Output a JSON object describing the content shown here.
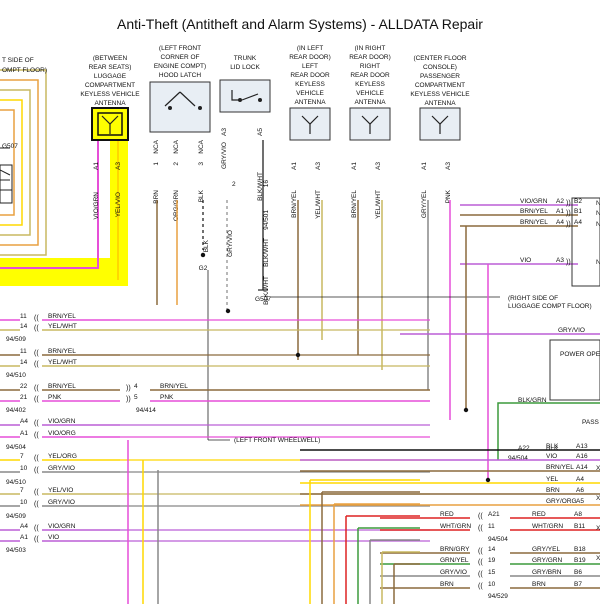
{
  "title": "Anti-Theft (Antitheft and Alarm Systems) - ALLDATA Repair",
  "colors": {
    "yellow": "#ffd800",
    "yellow_hl": "#ffff00",
    "pink": "#e64fd8",
    "violet": "#bb5fd6",
    "brown": "#8b6a3d",
    "orange": "#e8a040",
    "olive": "#c8b860",
    "green": "#3c9a3c",
    "red": "#dd2222",
    "gray": "#888888",
    "black": "#111111"
  },
  "components": {
    "left_partial": [
      "T SIDE OF",
      "OMPT FLOOR)"
    ],
    "luggage_antenna": [
      "(BETWEEN",
      "REAR SEATS)",
      "LUGGAGE",
      "COMPARTMENT",
      "KEYLESS VEHICLE",
      "ANTENNA"
    ],
    "hood_latch": [
      "(LEFT FRONT",
      "CORNER OF",
      "ENGINE COMPT)",
      "HOOD LATCH"
    ],
    "trunk_lock": [
      "TRUNK",
      "LID LOCK"
    ],
    "left_rear_door": [
      "(IN LEFT",
      "REAR DOOR)",
      "LEFT",
      "REAR DOOR",
      "KEYLESS",
      "VEHICLE",
      "ANTENNA"
    ],
    "right_rear_door": [
      "(IN RIGHT",
      "REAR DOOR)",
      "RIGHT",
      "REAR DOOR",
      "KEYLESS",
      "VEHICLE",
      "ANTENNA"
    ],
    "floor_console": [
      "(CENTER FLOOR",
      "CONSOLE)",
      "PASSENGER",
      "COMPARTMENT",
      "KEYLESS VEHICLE",
      "ANTENNA"
    ]
  },
  "pin_labels": {
    "luggage": [
      {
        "pin": "A1",
        "wire": "VIO/GRN"
      },
      {
        "pin": "A3",
        "wire": "YEL/VIO"
      }
    ],
    "hood": [
      {
        "pin": "1",
        "code": "NCA",
        "wire": "BRN"
      },
      {
        "pin": "2",
        "code": "NCA",
        "wire": "ORG/GRN"
      },
      {
        "pin": "3",
        "code": "NCA",
        "wire": "BLK"
      }
    ],
    "trunk": [
      {
        "pin": "A3",
        "wire": "GRY/VIO"
      },
      {
        "pin": "A5",
        "wire": "BLK/WHT"
      }
    ],
    "lrdoor": [
      {
        "pin": "A1",
        "wire": "BRN/YEL"
      },
      {
        "pin": "A3",
        "wire": "YEL/WHT"
      }
    ],
    "rrdoor": [
      {
        "pin": "A1",
        "wire": "BRN/YEL"
      },
      {
        "pin": "A3",
        "wire": "YEL/WHT"
      }
    ],
    "console": [
      {
        "pin": "A1",
        "wire": "GRY/YEL"
      },
      {
        "pin": "A3",
        "wire": "PNK"
      }
    ]
  },
  "left_inline_labels": [
    "G507"
  ],
  "grounds": {
    "g2": "G2",
    "g507": "G507"
  },
  "mid_wires": {
    "blk": "BLK",
    "gryvio": "GRY/VIO",
    "blkwht": "BLK/WHT",
    "blkwht2": "BLK/WHT",
    "blkwht3": "BLK/WHT",
    "c2": "2",
    "c16": "16",
    "conn1": "94/501"
  },
  "callouts": {
    "right_side": [
      "(RIGHT SIDE OF",
      "LUGGAGE COMPT FLOOR)"
    ],
    "left_wheelwell": "(LEFT FRONT WHEELWELL)",
    "power": "POWER OPE",
    "pass": "PASS"
  },
  "left_rows": [
    {
      "pin": "11",
      "wire": "BRN/YEL"
    },
    {
      "pin": "14",
      "wire": "YEL/WHT"
    },
    {
      "conn": "94/509"
    },
    {
      "pin": "11",
      "wire": "BRN/YEL"
    },
    {
      "pin": "14",
      "wire": "YEL/WHT"
    },
    {
      "conn": "94/510"
    },
    {
      "pin": "22",
      "wire": "BRN/YEL",
      "pin2": "4",
      "wire2": "BRN/YEL"
    },
    {
      "pin": "21",
      "wire": "PNK",
      "pin2": "5",
      "wire2": "PNK"
    },
    {
      "conn": "94/402",
      "conn2": "94/414"
    },
    {
      "pin": "A4",
      "wire": "VIO/GRN"
    },
    {
      "pin": "A1",
      "wire": "VIO/ORG"
    },
    {
      "conn": "94/504"
    },
    {
      "pin": "7",
      "wire": "YEL/ORG"
    },
    {
      "pin": "10",
      "wire": "GRY/VIO"
    },
    {
      "conn": "94/510"
    },
    {
      "pin": "7",
      "wire": "YEL/VIO"
    },
    {
      "pin": "10",
      "wire": "GRY/VIO"
    },
    {
      "conn": "94/509"
    },
    {
      "pin": "A4",
      "wire": "VIO/GRN"
    },
    {
      "pin": "A1",
      "wire": "VIO"
    },
    {
      "conn": "94/503"
    }
  ],
  "right_rows_top": [
    {
      "wire": "VIO/GRN",
      "pin": "A2",
      "pin2": "B2"
    },
    {
      "wire": "BRN/YEL",
      "pin": "A1",
      "pin2": "B1"
    },
    {
      "wire": "BRN/YEL",
      "pin": "A4",
      "pin2": "A4"
    },
    {
      "wire": "VIO",
      "pin": "A3"
    }
  ],
  "mid_right": {
    "grayvio": "GRY/VIO",
    "blkgrn": "BLK/GRN",
    "a22": "A22",
    "blk": "BLK",
    "conn": "94/504"
  },
  "right_rows_bottom": [
    {
      "wire": "BLK",
      "pin": "A13"
    },
    {
      "wire": "VIO",
      "pin": "A16"
    },
    {
      "wire": "BRN/YEL",
      "pin": "A14"
    },
    {
      "wire": "YEL",
      "pin": "A4"
    },
    {
      "wire": "BRN",
      "pin": "A6"
    },
    {
      "wire": "GRY/ORG",
      "pin": "A5"
    },
    {
      "wire": "RED",
      "pin": "A21",
      "wire2": "RED",
      "pin2": "A8"
    },
    {
      "wire": "WHT/GRN",
      "pin": "11",
      "wire2": "WHT/GRN",
      "pin2": "B11"
    },
    {
      "conn": "94/504"
    },
    {
      "wire": "BRN/GRY",
      "pin": "14",
      "wire2": "GRY/YEL",
      "pin2": "B18"
    },
    {
      "wire": "GRN/YEL",
      "pin": "19",
      "wire2": "GRY/GRN",
      "pin2": "B19"
    },
    {
      "wire": "GRY/VIO",
      "pin": "15",
      "wire2": "GRY/BRN",
      "pin2": "B6"
    },
    {
      "wire": "BRN",
      "pin": "10",
      "wire2": "BRN",
      "pin2": "B7"
    },
    {
      "conn": "94/529"
    }
  ],
  "edge_letters": [
    "N",
    "N",
    "N",
    "N",
    "X",
    "X",
    "X",
    "X"
  ]
}
